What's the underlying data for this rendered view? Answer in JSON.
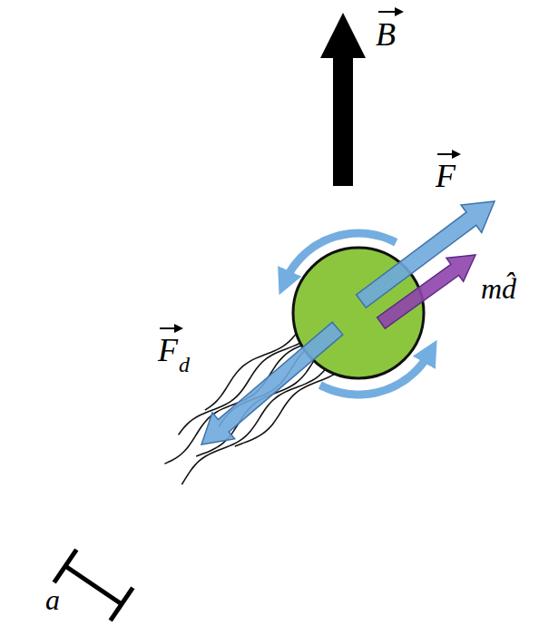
{
  "diagram": {
    "labels": [
      "B",
      "F",
      "F",
      "d",
      "md̂",
      "a"
    ]
  }
}
